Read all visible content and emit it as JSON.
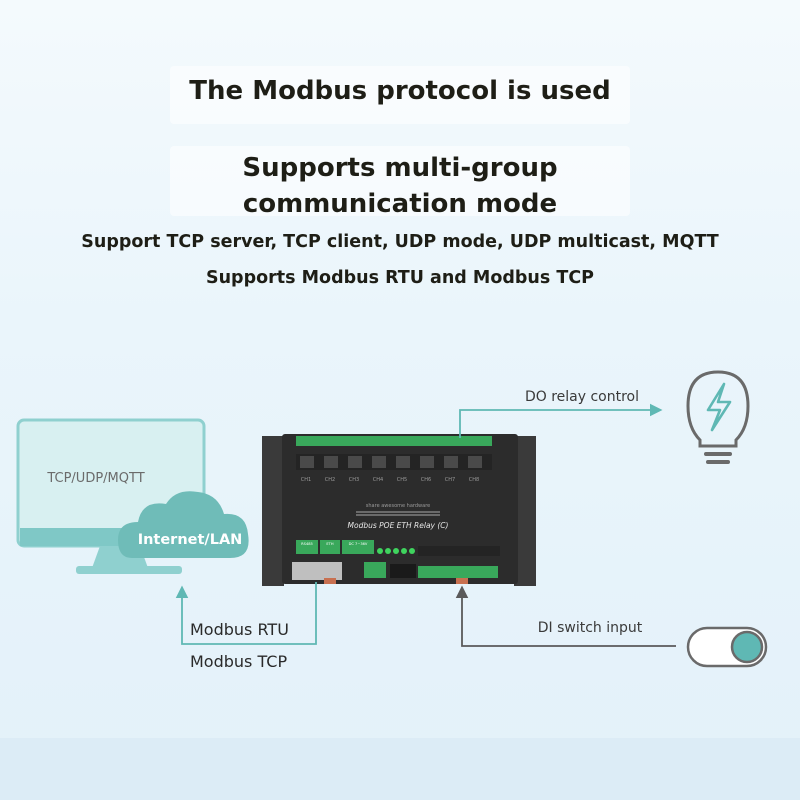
{
  "headline": {
    "title": "The Modbus protocol is used",
    "subtitle_line1": "Supports multi-group",
    "subtitle_line2": "communication mode",
    "line1": "Support TCP server, TCP client, UDP mode, UDP multicast, MQTT",
    "line2": "Supports Modbus RTU and Modbus TCP"
  },
  "diagram": {
    "monitor_label": "TCP/UDP/MQTT",
    "cloud_label": "Internet/LAN",
    "do_label": "DO relay control",
    "di_label": "DI switch input",
    "modbus_rtu": "Modbus RTU",
    "modbus_tcp": "Modbus TCP",
    "device": {
      "brand": "share awesome hardware",
      "model": "Modbus POE ETH Relay (C)",
      "channels": [
        "CH1",
        "CH2",
        "CH3",
        "CH4",
        "CH5",
        "CH6",
        "CH7",
        "CH8"
      ],
      "port_labels": [
        "RS485",
        "ETH",
        "DC 7~36V"
      ]
    }
  },
  "colors": {
    "teal": "#5fb8b4",
    "teal_light": "#a7dcdc",
    "device_body": "#2c2c2c",
    "terminal_green": "#39a85b",
    "text_dark": "#1e1e16",
    "line_gray": "#6a6a6a"
  },
  "icons": [
    "monitor-icon",
    "cloud-icon",
    "lightbulb-bolt-icon",
    "toggle-switch-icon",
    "arrow-icon"
  ]
}
